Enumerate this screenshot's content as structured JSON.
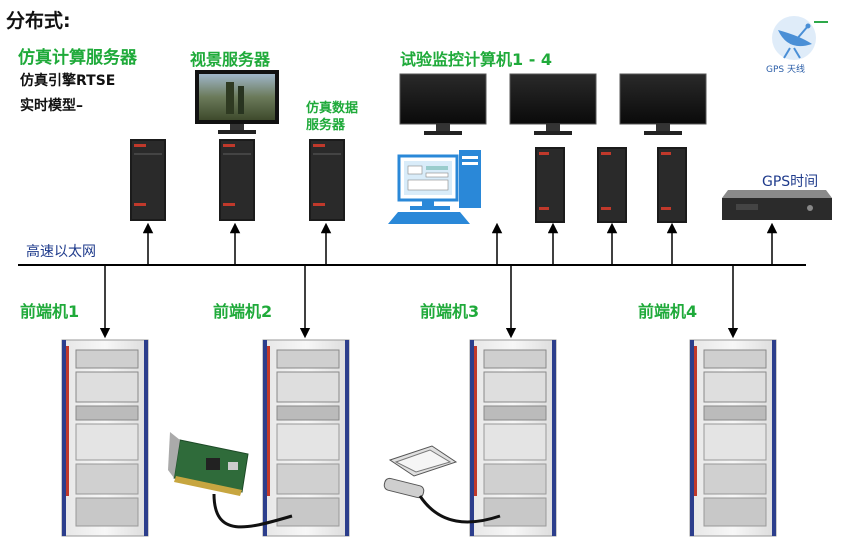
{
  "title": "分布式:",
  "sim_server": {
    "title": "仿真计算服务器",
    "line1": "仿真引擎RTSE",
    "line2": "实时模型–"
  },
  "visual_server": {
    "title": "视景服务器"
  },
  "data_server": {
    "line1": "仿真数据",
    "line2": "服务器"
  },
  "monitor": {
    "title": "试验监控计算机1 - 4"
  },
  "gps_antenna": {
    "label": "GPS 天线",
    "icon": "satellite-dish-icon"
  },
  "gps_time": {
    "label": "GPS时间"
  },
  "network": {
    "label": "高速以太网"
  },
  "front_ends": [
    "前端机1",
    "前端机2",
    "前端机3",
    "前端机4"
  ],
  "colors": {
    "green_label": "#1faa3a",
    "blue_label": "#1f3b8c",
    "rack_frame": "#2c3e8c",
    "rack_red": "#c0392b"
  }
}
